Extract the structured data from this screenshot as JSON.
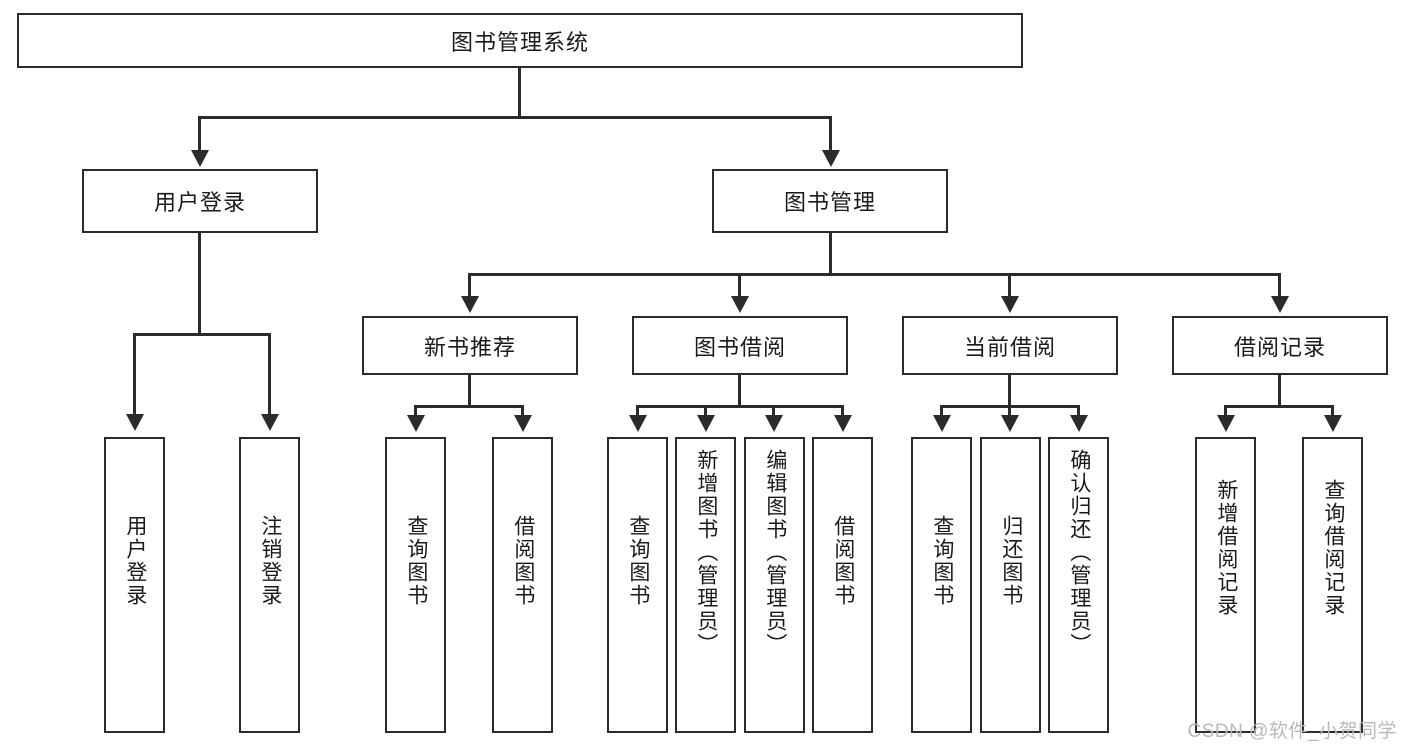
{
  "diagram": {
    "title": "图书管理系统",
    "type": "tree-hierarchy-chart",
    "watermark": "CSDN @软件_小贺同学",
    "colors": {
      "box_border": "#2b2b2b",
      "box_fill": "#ffffff",
      "connector": "#2b2b2b",
      "text": "#1a1a1a",
      "watermark": "#b9b9b9",
      "background": "#ffffff"
    }
  },
  "root": {
    "label": "图书管理系统"
  },
  "level2": [
    {
      "label": "用户登录"
    },
    {
      "label": "图书管理"
    }
  ],
  "level3": [
    {
      "label": "新书推荐"
    },
    {
      "label": "图书借阅"
    },
    {
      "label": "当前借阅"
    },
    {
      "label": "借阅记录"
    }
  ],
  "leaves": {
    "user_login": [
      {
        "label": "用户登录"
      },
      {
        "label": "注销登录"
      }
    ],
    "new_book_recommend": [
      {
        "label": "查询图书"
      },
      {
        "label": "借阅图书"
      }
    ],
    "book_borrow": [
      {
        "label": "查询图书"
      },
      {
        "label": "新增图书（管理员）"
      },
      {
        "label": "编辑图书（管理员）"
      },
      {
        "label": "借阅图书"
      }
    ],
    "current_borrow": [
      {
        "label": "查询图书"
      },
      {
        "label": "归还图书"
      },
      {
        "label": "确认归还（管理员）"
      }
    ],
    "borrow_record": [
      {
        "label": "新增借阅记录"
      },
      {
        "label": "查询借阅记录"
      }
    ]
  }
}
